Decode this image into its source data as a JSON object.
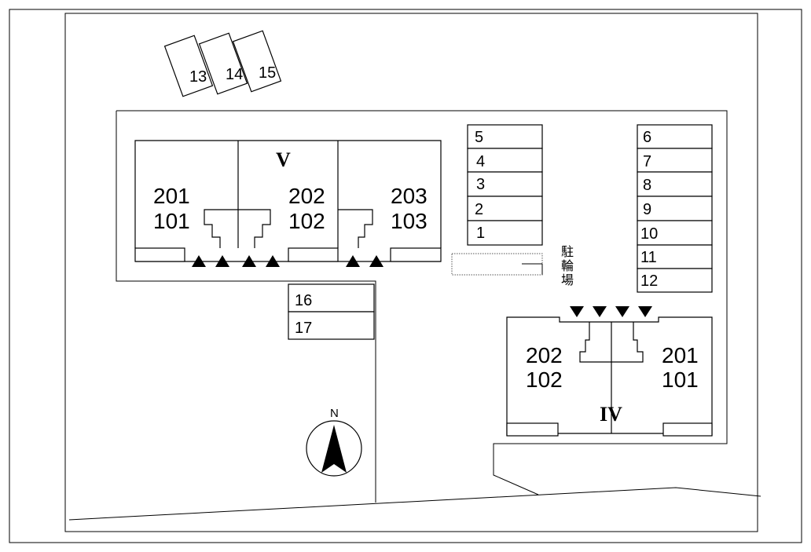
{
  "buildings": {
    "v": {
      "name": "V",
      "units": [
        {
          "upper": "201",
          "lower": "101"
        },
        {
          "upper": "202",
          "lower": "102"
        },
        {
          "upper": "203",
          "lower": "103"
        }
      ]
    },
    "iv": {
      "name": "IV",
      "units": [
        {
          "upper": "202",
          "lower": "102"
        },
        {
          "upper": "201",
          "lower": "101"
        }
      ]
    }
  },
  "parking": {
    "top_angled": [
      "13",
      "14",
      "15"
    ],
    "column_left": [
      "5",
      "4",
      "3",
      "2",
      "1"
    ],
    "column_right": [
      "6",
      "7",
      "8",
      "9",
      "10",
      "11",
      "12"
    ],
    "lower": [
      "16",
      "17"
    ]
  },
  "bicycle_parking": {
    "label_chars": [
      "駐",
      "輪",
      "場"
    ]
  },
  "compass": {
    "label": "N"
  }
}
